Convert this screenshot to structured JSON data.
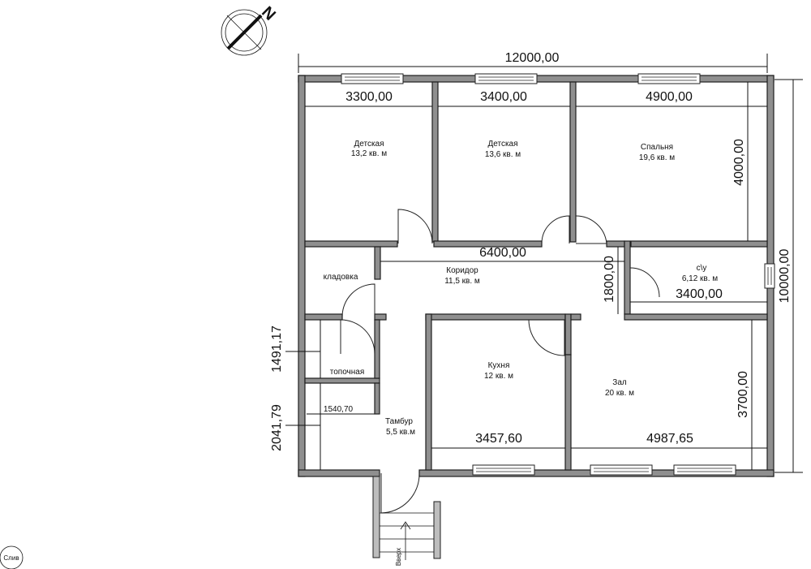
{
  "compass": {
    "label": "N"
  },
  "rooms": {
    "kids1": {
      "name": "Детская",
      "area": "13,2 кв. м"
    },
    "kids2": {
      "name": "Детская",
      "area": "13,6 кв. м"
    },
    "bedroom": {
      "name": "Спальня",
      "area": "19,6 кв. м"
    },
    "corridor": {
      "name": "Коридор",
      "area": "11,5 кв. м"
    },
    "pantry": {
      "name": "кладовка"
    },
    "bathroom": {
      "name": "с\\у",
      "area": "6,12 кв. м"
    },
    "boiler": {
      "name": "топочная"
    },
    "vestibule": {
      "name": "Тамбур",
      "area": "5,5 кв.м"
    },
    "kitchen": {
      "name": "Кухня",
      "area": "12 кв. м"
    },
    "hall": {
      "name": "Зал",
      "area": "20 кв. м"
    }
  },
  "dimensions": {
    "total_width": "12000,00",
    "total_height": "10000,00",
    "kids1_width": "3300,00",
    "kids2_width": "3400,00",
    "bedroom_width": "4900,00",
    "bedroom_depth": "4000,00",
    "corridor_length": "6400,00",
    "corridor_width": "1800,00",
    "bathroom_width": "3400,00",
    "hall_depth": "3700,00",
    "kitchen_width": "3457,60",
    "hall_width": "4987,65",
    "boiler_depth": "1491,17",
    "vestibule_depth": "2041,79",
    "vestibule_inner": "1540,70"
  },
  "stairs": {
    "label": "Вверх"
  },
  "drain": {
    "label": "Слив"
  }
}
